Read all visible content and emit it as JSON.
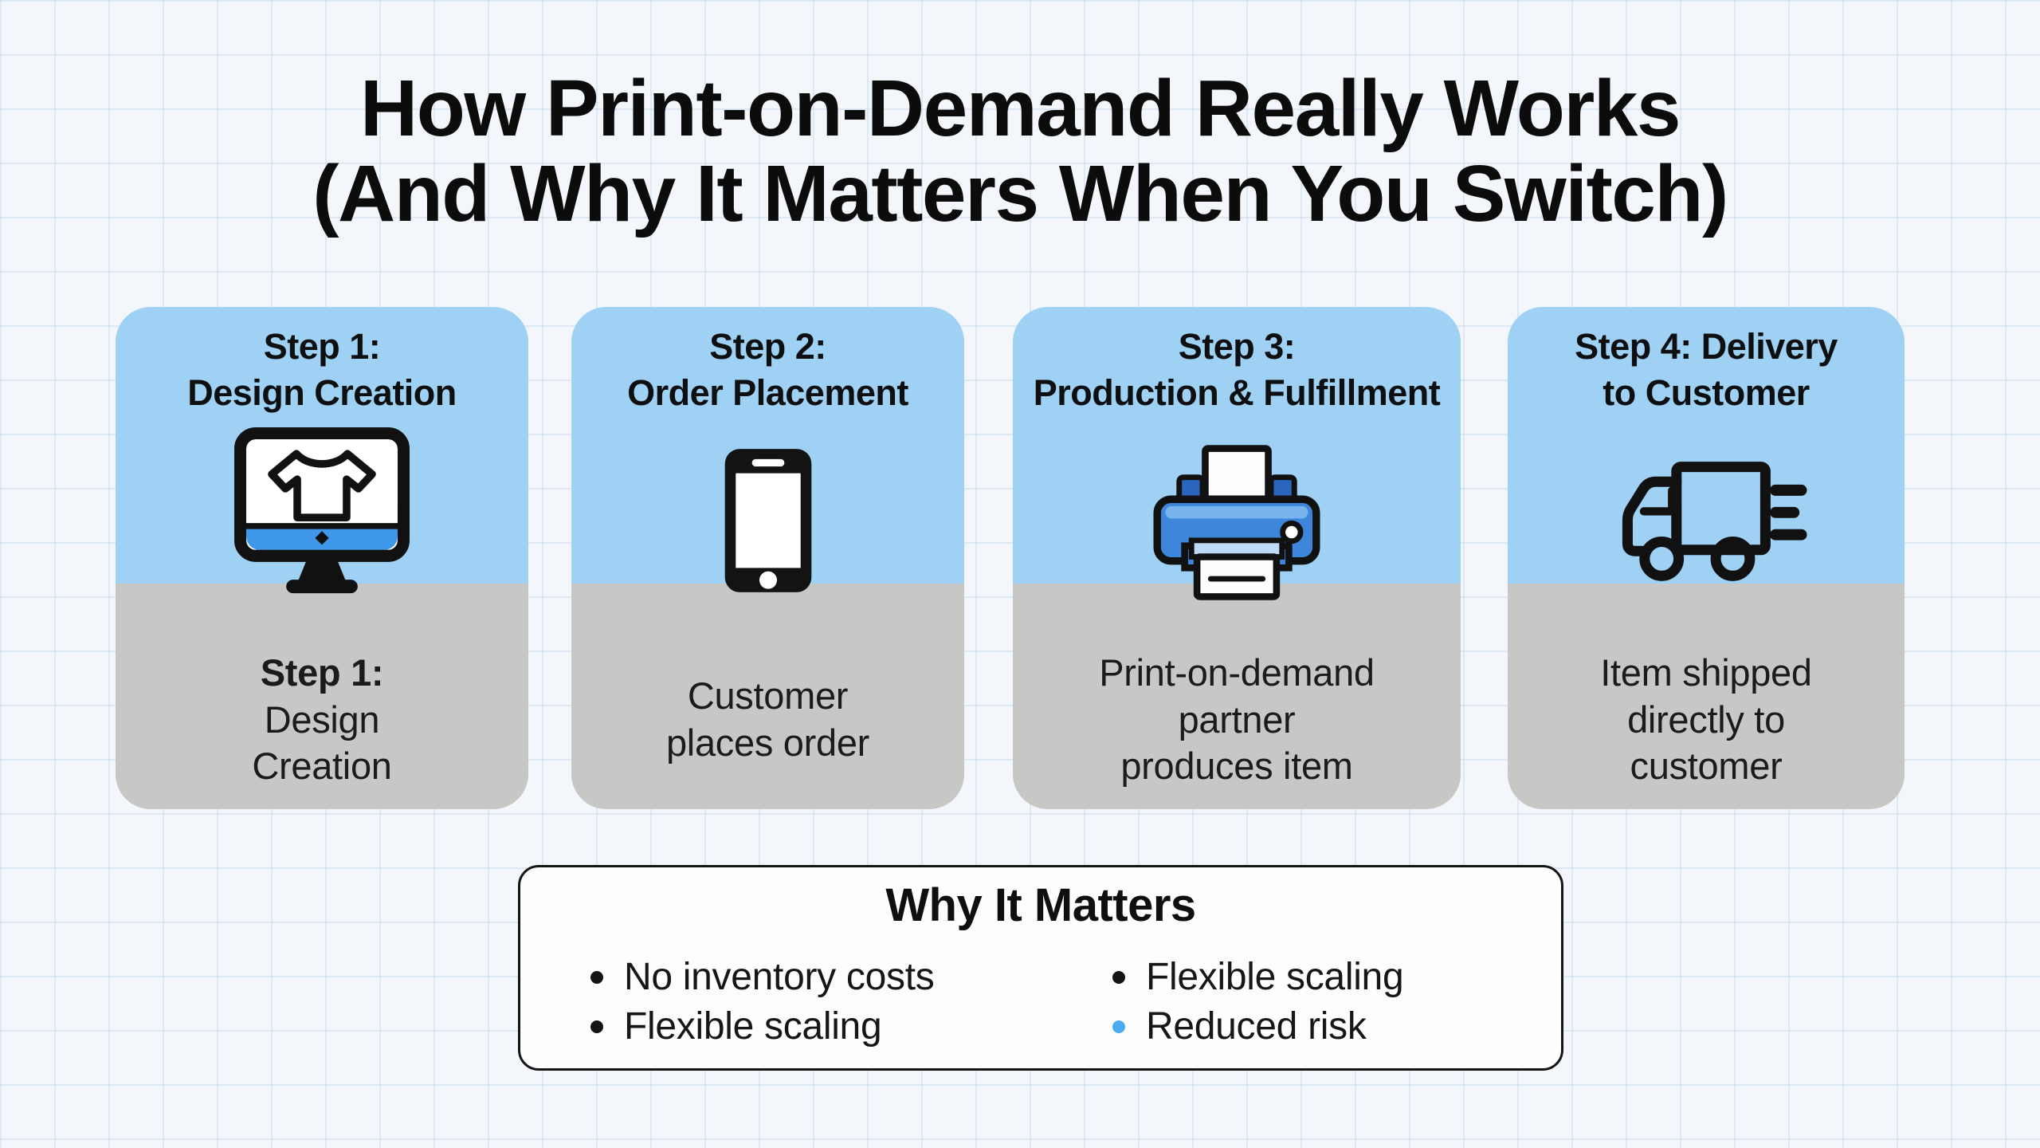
{
  "title": "How Print-on-Demand Really Works\n(And Why It Matters When You Switch)",
  "steps": [
    {
      "header": "Step 1:\nDesign Creation",
      "icon": "monitor-tshirt-icon",
      "body_bold": "Step 1:",
      "body": "Design\nCreation"
    },
    {
      "header": "Step 2:\nOrder Placement",
      "icon": "smartphone-icon",
      "body_bold": "",
      "body": "Customer\nplaces order"
    },
    {
      "header": "Step 3:\nProduction & Fulfillment",
      "icon": "printer-icon",
      "body_bold": "",
      "body": "Print-on-demand\npartner\nproduces item"
    },
    {
      "header": "Step 4: Delivery\nto Customer",
      "icon": "delivery-truck-icon",
      "body_bold": "",
      "body": "Item shipped\ndirectly to\ncustomer"
    }
  ],
  "matters": {
    "title": "Why It Matters",
    "columns": [
      {
        "items": [
          {
            "text": "No inventory costs",
            "bullet_class": "bullet bullet-black"
          },
          {
            "text": "Flexible scaling",
            "bullet_class": "bullet bullet-black"
          }
        ]
      },
      {
        "items": [
          {
            "text": "Flexible scaling",
            "bullet_class": "bullet bullet-black"
          },
          {
            "text": "Reduced risk",
            "bullet_class": "bullet bullet-blue"
          }
        ]
      }
    ]
  },
  "colors": {
    "card_top_blue": "#9fd1f4",
    "card_bottom_gray": "#c7c7c5",
    "icon_accent_blue": "#3f97ea",
    "printer_blue": "#3e86da",
    "bullet_blue": "#49acf1",
    "background": "#f3f6fa",
    "text_black": "#0e0f10"
  }
}
